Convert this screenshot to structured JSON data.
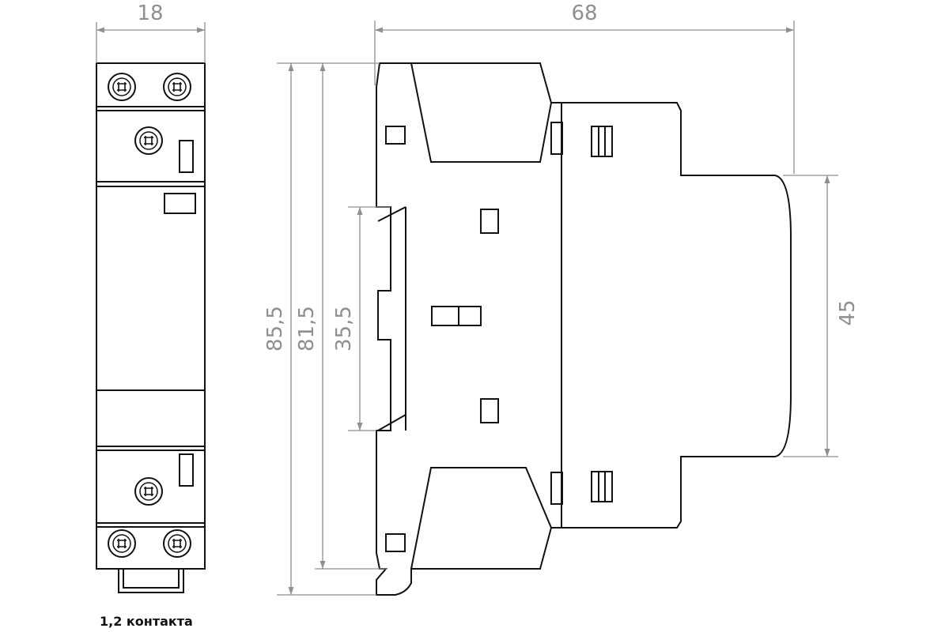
{
  "dimensions": {
    "front_width": "18",
    "total_depth": "68",
    "overall_height": "85,5",
    "body_height": "81,5",
    "rail_clip_height": "35,5",
    "front_face_height": "45"
  },
  "caption": "1,2 контакта"
}
